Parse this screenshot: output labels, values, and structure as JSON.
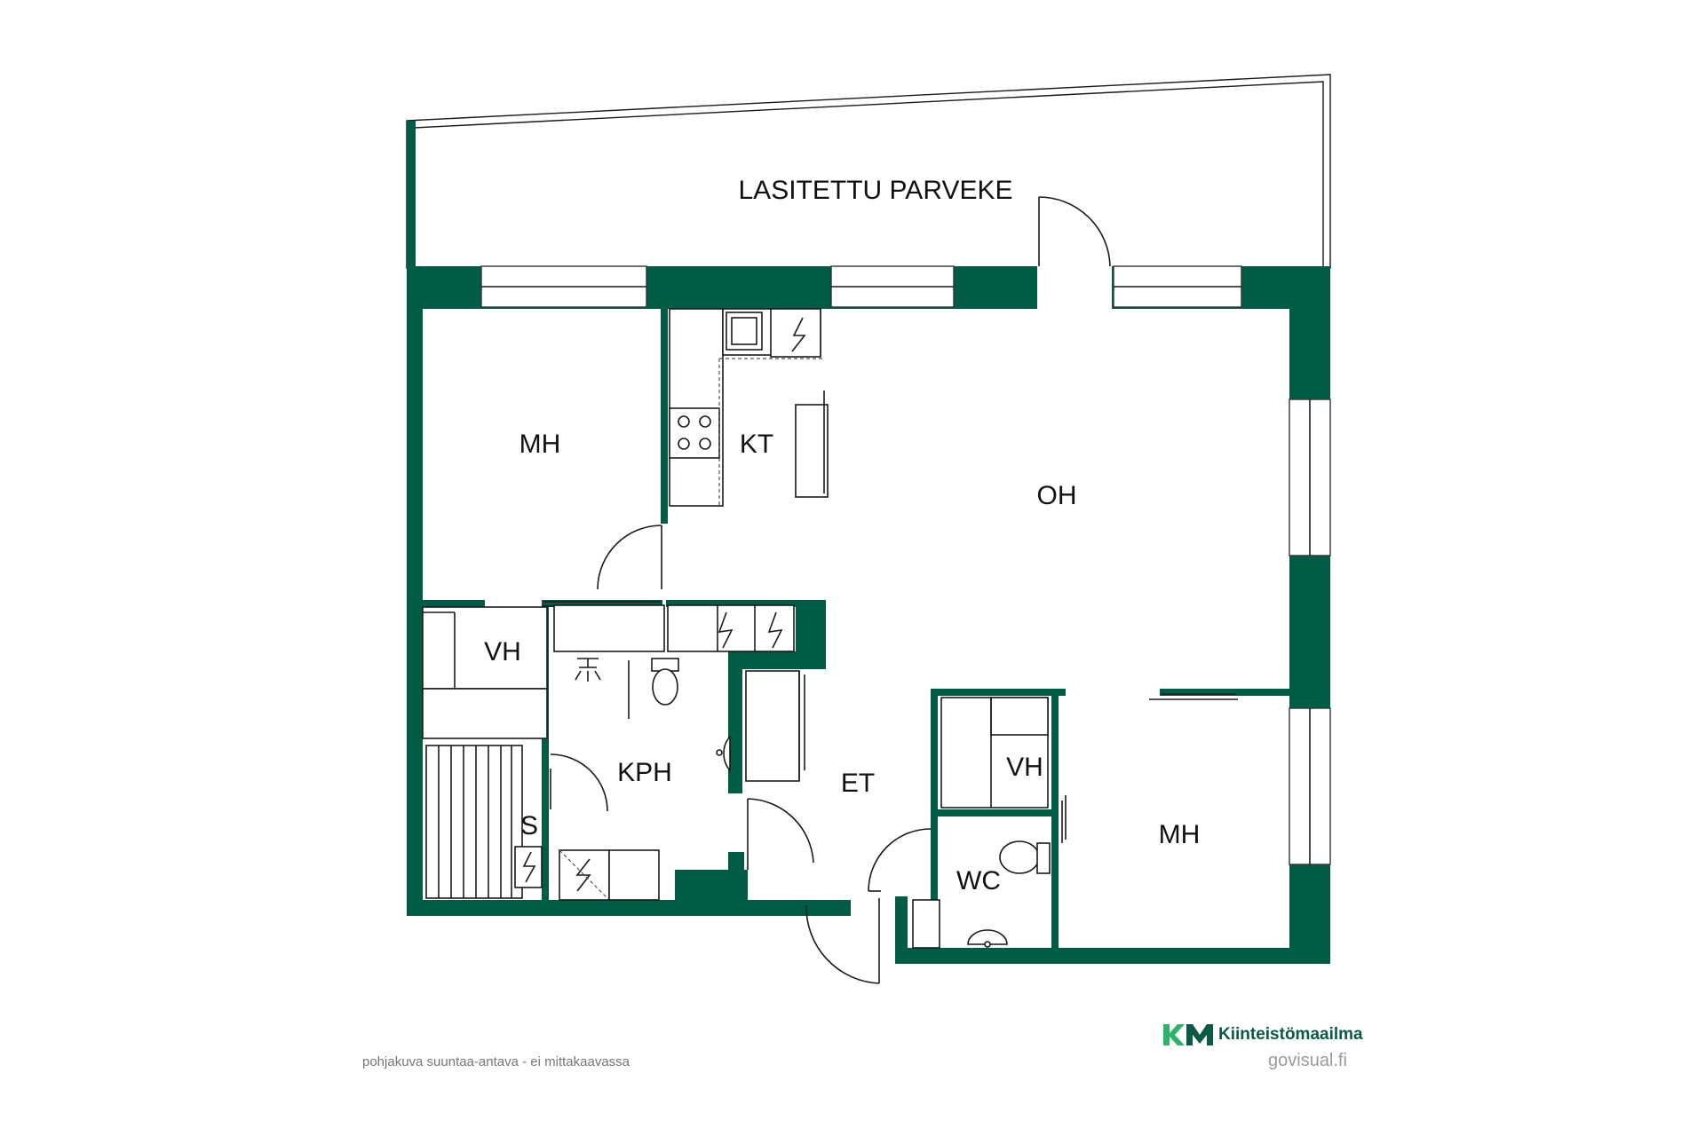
{
  "rooms": {
    "balcony": "LASITETTU   PARVEKE",
    "mh_left": "MH",
    "kt": "KT",
    "oh": "OH",
    "vh_left": "VH",
    "kph": "KPH",
    "s": "S",
    "et": "ET",
    "vh_right": "VH",
    "wc": "WC",
    "mh_right": "MH"
  },
  "footer": {
    "note": "pohjakuva suuntaa-antava - ei mittakaavassa",
    "brand": "Kiinteistömaailma",
    "credit": "govisual.fi"
  },
  "colors": {
    "wall": "#005c45",
    "brand": "#0b5a45",
    "brand_accent": "#2fb36b"
  }
}
